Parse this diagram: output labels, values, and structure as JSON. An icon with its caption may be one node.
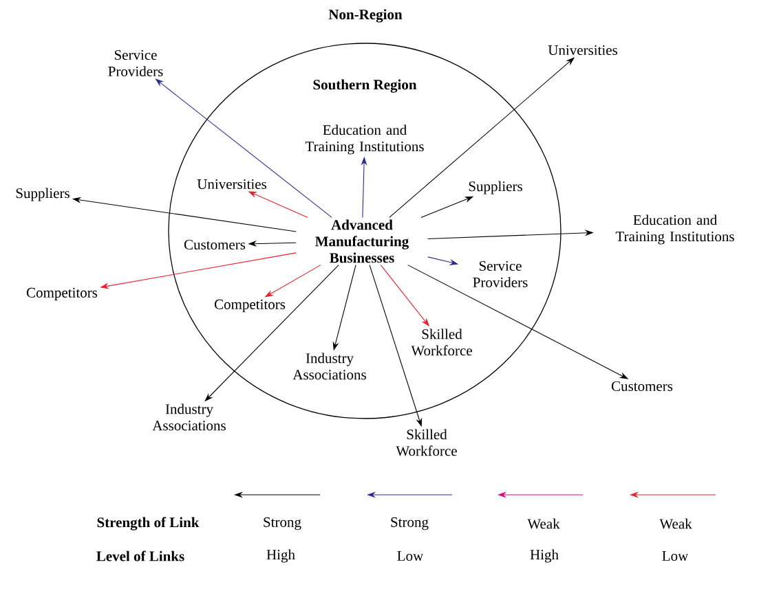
{
  "diagram": {
    "title": "Non-Region",
    "nodes": [
      {
        "text": [
          "Southern Region"
        ]
      },
      {
        "text": [
          "Advanced Manufacturing Businesses"
        ],
        "in": 0
      },
      {
        "text": [
          "Education and Training Institutions"
        ],
        "in": 0
      },
      {
        "text": [
          "Universities"
        ],
        "in": 0
      },
      {
        "text": [
          "Suppliers"
        ],
        "in": 0
      },
      {
        "text": [
          "Customers"
        ],
        "in": 0
      },
      {
        "text": [
          "Service Providers"
        ],
        "in": 0
      },
      {
        "text": [
          "Competitors"
        ],
        "in": 0
      },
      {
        "text": [
          "Industry Associations"
        ],
        "in": 0
      },
      {
        "text": [
          "Skilled Workforce"
        ],
        "in": 0
      },
      {
        "text": [
          "Service Providers"
        ]
      },
      {
        "text": [
          "Universities"
        ]
      },
      {
        "text": [
          "Suppliers"
        ]
      },
      {
        "text": [
          "Education and Training Institutions"
        ]
      },
      {
        "text": [
          "Competitors"
        ]
      },
      {
        "text": [
          "Customers"
        ]
      },
      {
        "text": [
          "Industry Associations"
        ]
      },
      {
        "text": [
          "Skilled Workforce"
        ]
      }
    ],
    "edges": [
      {
        "from": 1,
        "to": 2,
        "arrow": "to",
        "color": "#2b2b8f"
      },
      {
        "from": 1,
        "to": 3,
        "arrow": "to",
        "color": "#e8202a"
      },
      {
        "from": 1,
        "to": 4,
        "arrow": "to"
      },
      {
        "from": 1,
        "to": 5,
        "arrow": "to"
      },
      {
        "from": 1,
        "to": 6,
        "arrow": "to",
        "color": "#2b2b8f"
      },
      {
        "from": 1,
        "to": 7,
        "arrow": "to",
        "color": "#e8202a"
      },
      {
        "from": 1,
        "to": 8,
        "arrow": "to"
      },
      {
        "from": 1,
        "to": 9,
        "arrow": "to",
        "color": "#e8202a"
      },
      {
        "from": 1,
        "to": 10,
        "arrow": "to",
        "color": "#2b2b8f"
      },
      {
        "from": 1,
        "to": 11,
        "arrow": "to"
      },
      {
        "from": 1,
        "to": 12,
        "arrow": "to"
      },
      {
        "from": 1,
        "to": 13,
        "arrow": "to"
      },
      {
        "from": 1,
        "to": 14,
        "arrow": "to",
        "color": "#e8202a"
      },
      {
        "from": 1,
        "to": 15,
        "arrow": "to"
      },
      {
        "from": 1,
        "to": 16,
        "arrow": "to"
      },
      {
        "from": 1,
        "to": 17,
        "arrow": "to"
      }
    ],
    "labels": [
      "Strength of Link",
      "Strong",
      "Strong",
      "Weak",
      "Weak",
      "Level of Links",
      "High",
      "Low",
      "High",
      "Low"
    ]
  }
}
